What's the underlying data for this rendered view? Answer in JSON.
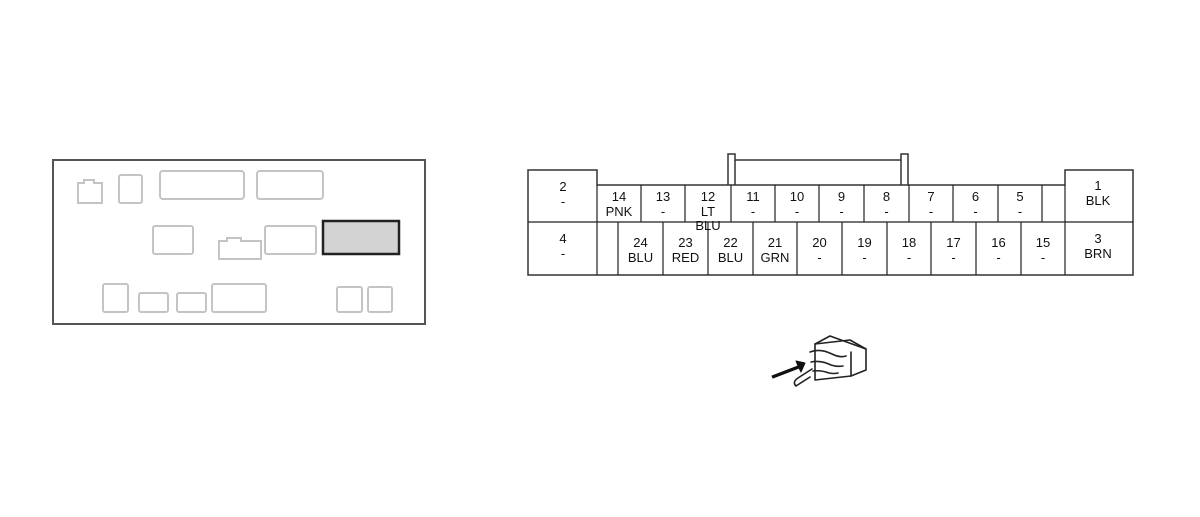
{
  "connector": {
    "big_pins": [
      {
        "num": "2",
        "color": "-"
      },
      {
        "num": "4",
        "color": "-"
      },
      {
        "num": "1",
        "color": "BLK"
      },
      {
        "num": "3",
        "color": "BRN"
      }
    ],
    "top_row": [
      {
        "num": "14",
        "color": "PNK"
      },
      {
        "num": "13",
        "color": "-"
      },
      {
        "num": "12",
        "color": "LT",
        "color2": "BLU"
      },
      {
        "num": "11",
        "color": "-"
      },
      {
        "num": "10",
        "color": "-"
      },
      {
        "num": "9",
        "color": "-"
      },
      {
        "num": "8",
        "color": "-"
      },
      {
        "num": "7",
        "color": "-"
      },
      {
        "num": "6",
        "color": "-"
      },
      {
        "num": "5",
        "color": "-"
      }
    ],
    "bottom_row": [
      {
        "num": "24",
        "color": "BLU"
      },
      {
        "num": "23",
        "color": "RED"
      },
      {
        "num": "22",
        "color": "BLU"
      },
      {
        "num": "21",
        "color": "GRN"
      },
      {
        "num": "20",
        "color": "-"
      },
      {
        "num": "19",
        "color": "-"
      },
      {
        "num": "18",
        "color": "-"
      },
      {
        "num": "17",
        "color": "-"
      },
      {
        "num": "16",
        "color": "-"
      },
      {
        "num": "15",
        "color": "-"
      }
    ]
  },
  "colors": {
    "line": "#222222",
    "faded": "#c4c4c4",
    "highlight_fill": "#d3d3d3"
  },
  "icons": {
    "terminal_side_view": "hand-pushing-connector-icon",
    "connector_locator": "connector-location-panel"
  }
}
